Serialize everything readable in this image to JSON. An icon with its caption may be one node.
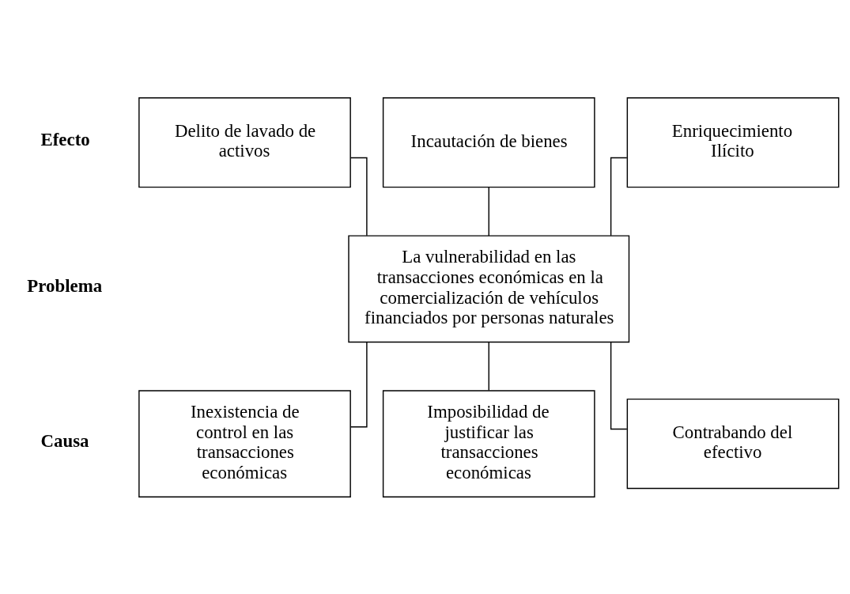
{
  "diagram": {
    "nodes": [
      {
        "text": [
          "Delito de lavado de activos"
        ]
      },
      {
        "text": [
          "Incautación de bienes"
        ]
      },
      {
        "text": [
          "Enriquecimiento Ilícito"
        ]
      },
      {
        "text": [
          "La vulnerabilidad en las transacciones económicas en la comercialización de vehículos financiados por personas naturales"
        ]
      },
      {
        "text": [
          "Inexistencia de control en las transacciones económicas"
        ]
      },
      {
        "text": [
          "Imposibilidad de justificar las transacciones económicas"
        ]
      },
      {
        "text": [
          "Contrabando del efectivo"
        ]
      }
    ],
    "edges": [
      {
        "from": 0,
        "to": 3,
        "arrow": "none"
      },
      {
        "from": 1,
        "to": 3,
        "arrow": "none"
      },
      {
        "from": 2,
        "to": 3,
        "arrow": "none"
      },
      {
        "from": 3,
        "to": 4,
        "arrow": "none"
      },
      {
        "from": 3,
        "to": 5,
        "arrow": "none"
      },
      {
        "from": 3,
        "to": 6,
        "arrow": "none"
      }
    ],
    "labels": [
      "Efecto",
      "Problema",
      "Causa"
    ]
  }
}
